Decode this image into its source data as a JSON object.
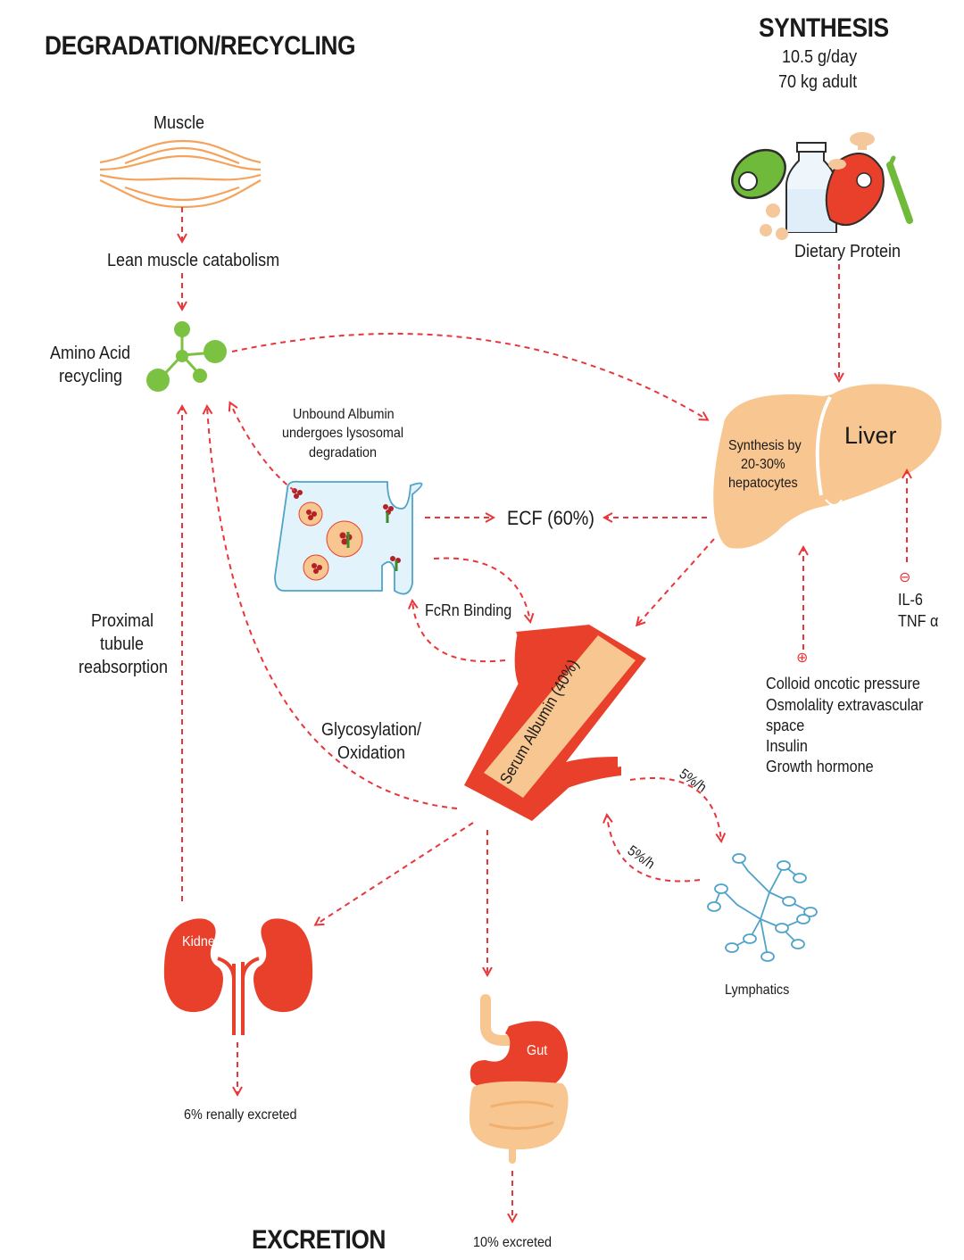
{
  "headings": {
    "degradation": "DEGRADATION/RECYCLING",
    "synthesis": "SYNTHESIS",
    "excretion": "EXCRETION"
  },
  "synthesis_info": {
    "rate": "10.5 g/day",
    "basis": "70 kg adult"
  },
  "nodes": {
    "muscle": "Muscle",
    "lean_muscle": "Lean muscle catabolism",
    "amino_acid_1": "Amino Acid",
    "amino_acid_2": "recycling",
    "dietary_protein": "Dietary Protein",
    "liver": "Liver",
    "liver_synth_1": "Synthesis by",
    "liver_synth_2": "20-30%",
    "liver_synth_3": "hepatocytes",
    "unbound_1": "Unbound Albumin",
    "unbound_2": "undergoes lysosomal",
    "unbound_3": "degradation",
    "ecf": "ECF (60%)",
    "fcrn": "FcRn Binding",
    "serum": "Serum Albumin (40%)",
    "proximal_1": "Proximal",
    "proximal_2": "tubule",
    "proximal_3": "reabsorption",
    "glyco_1": "Glycosylation/",
    "glyco_2": "Oxidation",
    "kidney": "Kidney",
    "renal": "6% renally excreted",
    "gut": "Gut",
    "gut_excreted": "10% excreted",
    "lymphatics": "Lymphatics",
    "lymph_rate_out": "5%/h",
    "lymph_rate_in": "5%/h"
  },
  "regulators": {
    "negative_sign": "⊖",
    "negative": [
      "IL-6",
      "TNF α"
    ],
    "positive_sign": "⊕",
    "positive": [
      "Colloid oncotic pressure",
      "Osmolality extravascular",
      "space",
      "Insulin",
      "Growth hormone"
    ]
  },
  "colors": {
    "arrow_red": "#e8363a",
    "liver_fill": "#f8c690",
    "muscle_orange": "#f5a35c",
    "amino_green": "#7cc242",
    "vessel_red": "#e8402a",
    "cell_blue": "#e3f3fb",
    "lymph_blue": "#4fa3c8"
  },
  "icons": [
    "muscle-icon",
    "amino-acid-molecule-icon",
    "dietary-protein-icon",
    "liver-icon",
    "lysosome-cell-icon",
    "blood-vessel-icon",
    "kidney-icon",
    "gut-icon",
    "lymphatics-icon"
  ]
}
